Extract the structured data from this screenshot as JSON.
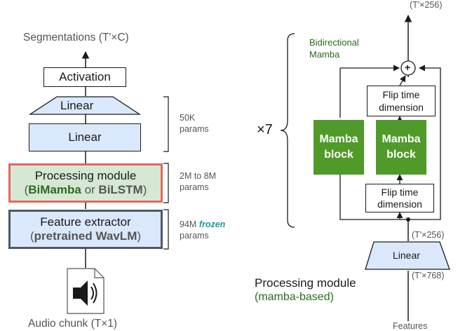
{
  "left": {
    "output_label": "Segmentations (T'×C)",
    "activation": "Activation",
    "linear_top": "Linear",
    "linear_bottom": "Linear",
    "linear_params": [
      "50K",
      "params"
    ],
    "processing": {
      "title": "Processing module",
      "open": "(",
      "bimamba": "BiMamba",
      "or": " or ",
      "bilstm": "BiLSTM",
      "close": ")"
    },
    "processing_params": [
      "2M to 8M",
      "params"
    ],
    "feature": {
      "title": "Feature extractor",
      "open": "(",
      "wavlm": "pretrained WavLM",
      "close": ")"
    },
    "feature_params": {
      "count": "94M",
      "frozen": "frozen",
      "unit": "params"
    },
    "input_label": "Audio chunk (T×1)",
    "input_icon": "audio-file-icon"
  },
  "right": {
    "top_label": "(T'×256)",
    "repeat_label": "×7",
    "bidir_label": [
      "Bidirectional",
      "Mamba"
    ],
    "plus_symbol": "+",
    "flip_top": [
      "Flip time",
      "dimension"
    ],
    "flip_bottom": [
      "Flip time",
      "dimension"
    ],
    "mamba_left": [
      "Mamba",
      "block"
    ],
    "mamba_right": [
      "Mamba",
      "block"
    ],
    "mid_label": "(T'×256)",
    "linear": "Linear",
    "linear_in_label": "(T'×768)",
    "module_title": "Processing module",
    "module_subtitle": "(mamba-based)",
    "features_label": "Features"
  },
  "colors": {
    "red_border": "#e8655a",
    "module_bg": "#d5e8d4",
    "linear_fill": "#dae8fc",
    "mamba_green": "#4f9a29",
    "dark_text_green": "#2d6a1e",
    "frozen_teal": "#1a9a9a",
    "inner_bg": "#efefef",
    "feature_border": "#4d5866"
  }
}
